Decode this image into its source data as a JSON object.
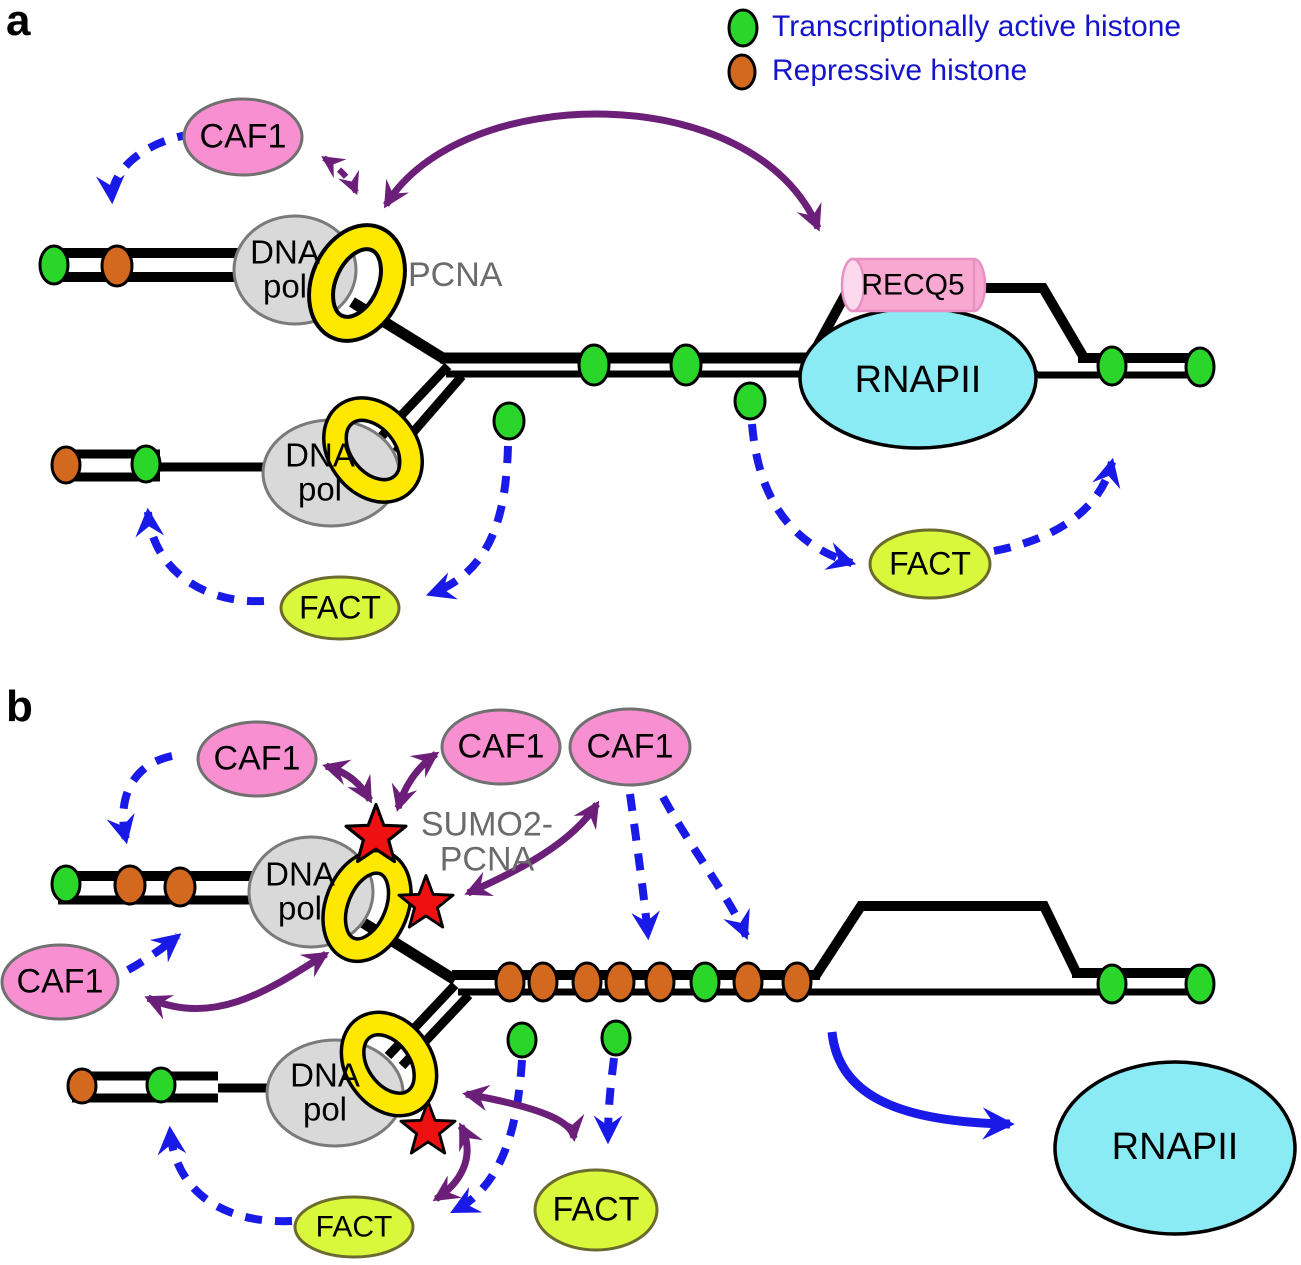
{
  "figure": {
    "panel_a_label": "a",
    "panel_b_label": "b"
  },
  "legend": {
    "active_histone_label": "Transcriptionally active histone",
    "repressive_histone_label": "Repressive histone"
  },
  "proteins": {
    "caf1": "CAF1",
    "dna_pol_line1": "DNA",
    "dna_pol_line2": "pol",
    "pcna": "PCNA",
    "sumo2_pcna_line1": "SUMO2-",
    "sumo2_pcna_line2": "PCNA",
    "recq5": "RECQ5",
    "rnapii": "RNAPII",
    "fact": "FACT"
  },
  "colors": {
    "active_histone": "#2BD62B",
    "repressive_histone": "#D2691E",
    "caf1_fill": "#F78FD0",
    "recq5_fill": "#F9A8D2",
    "rnapii_fill": "#8BEBF5",
    "fact_fill": "#D9F73B",
    "pcna_ring_yellow": "#FFE800",
    "dna_pol_fill": "#D9D9D9",
    "sumo_star_red": "#EE1111",
    "arrow_blue": "#1A1AE8",
    "arrow_purple": "#6B1F78",
    "legend_text_blue": "#1414CC",
    "gray_label_text": "#6B6B6B"
  }
}
